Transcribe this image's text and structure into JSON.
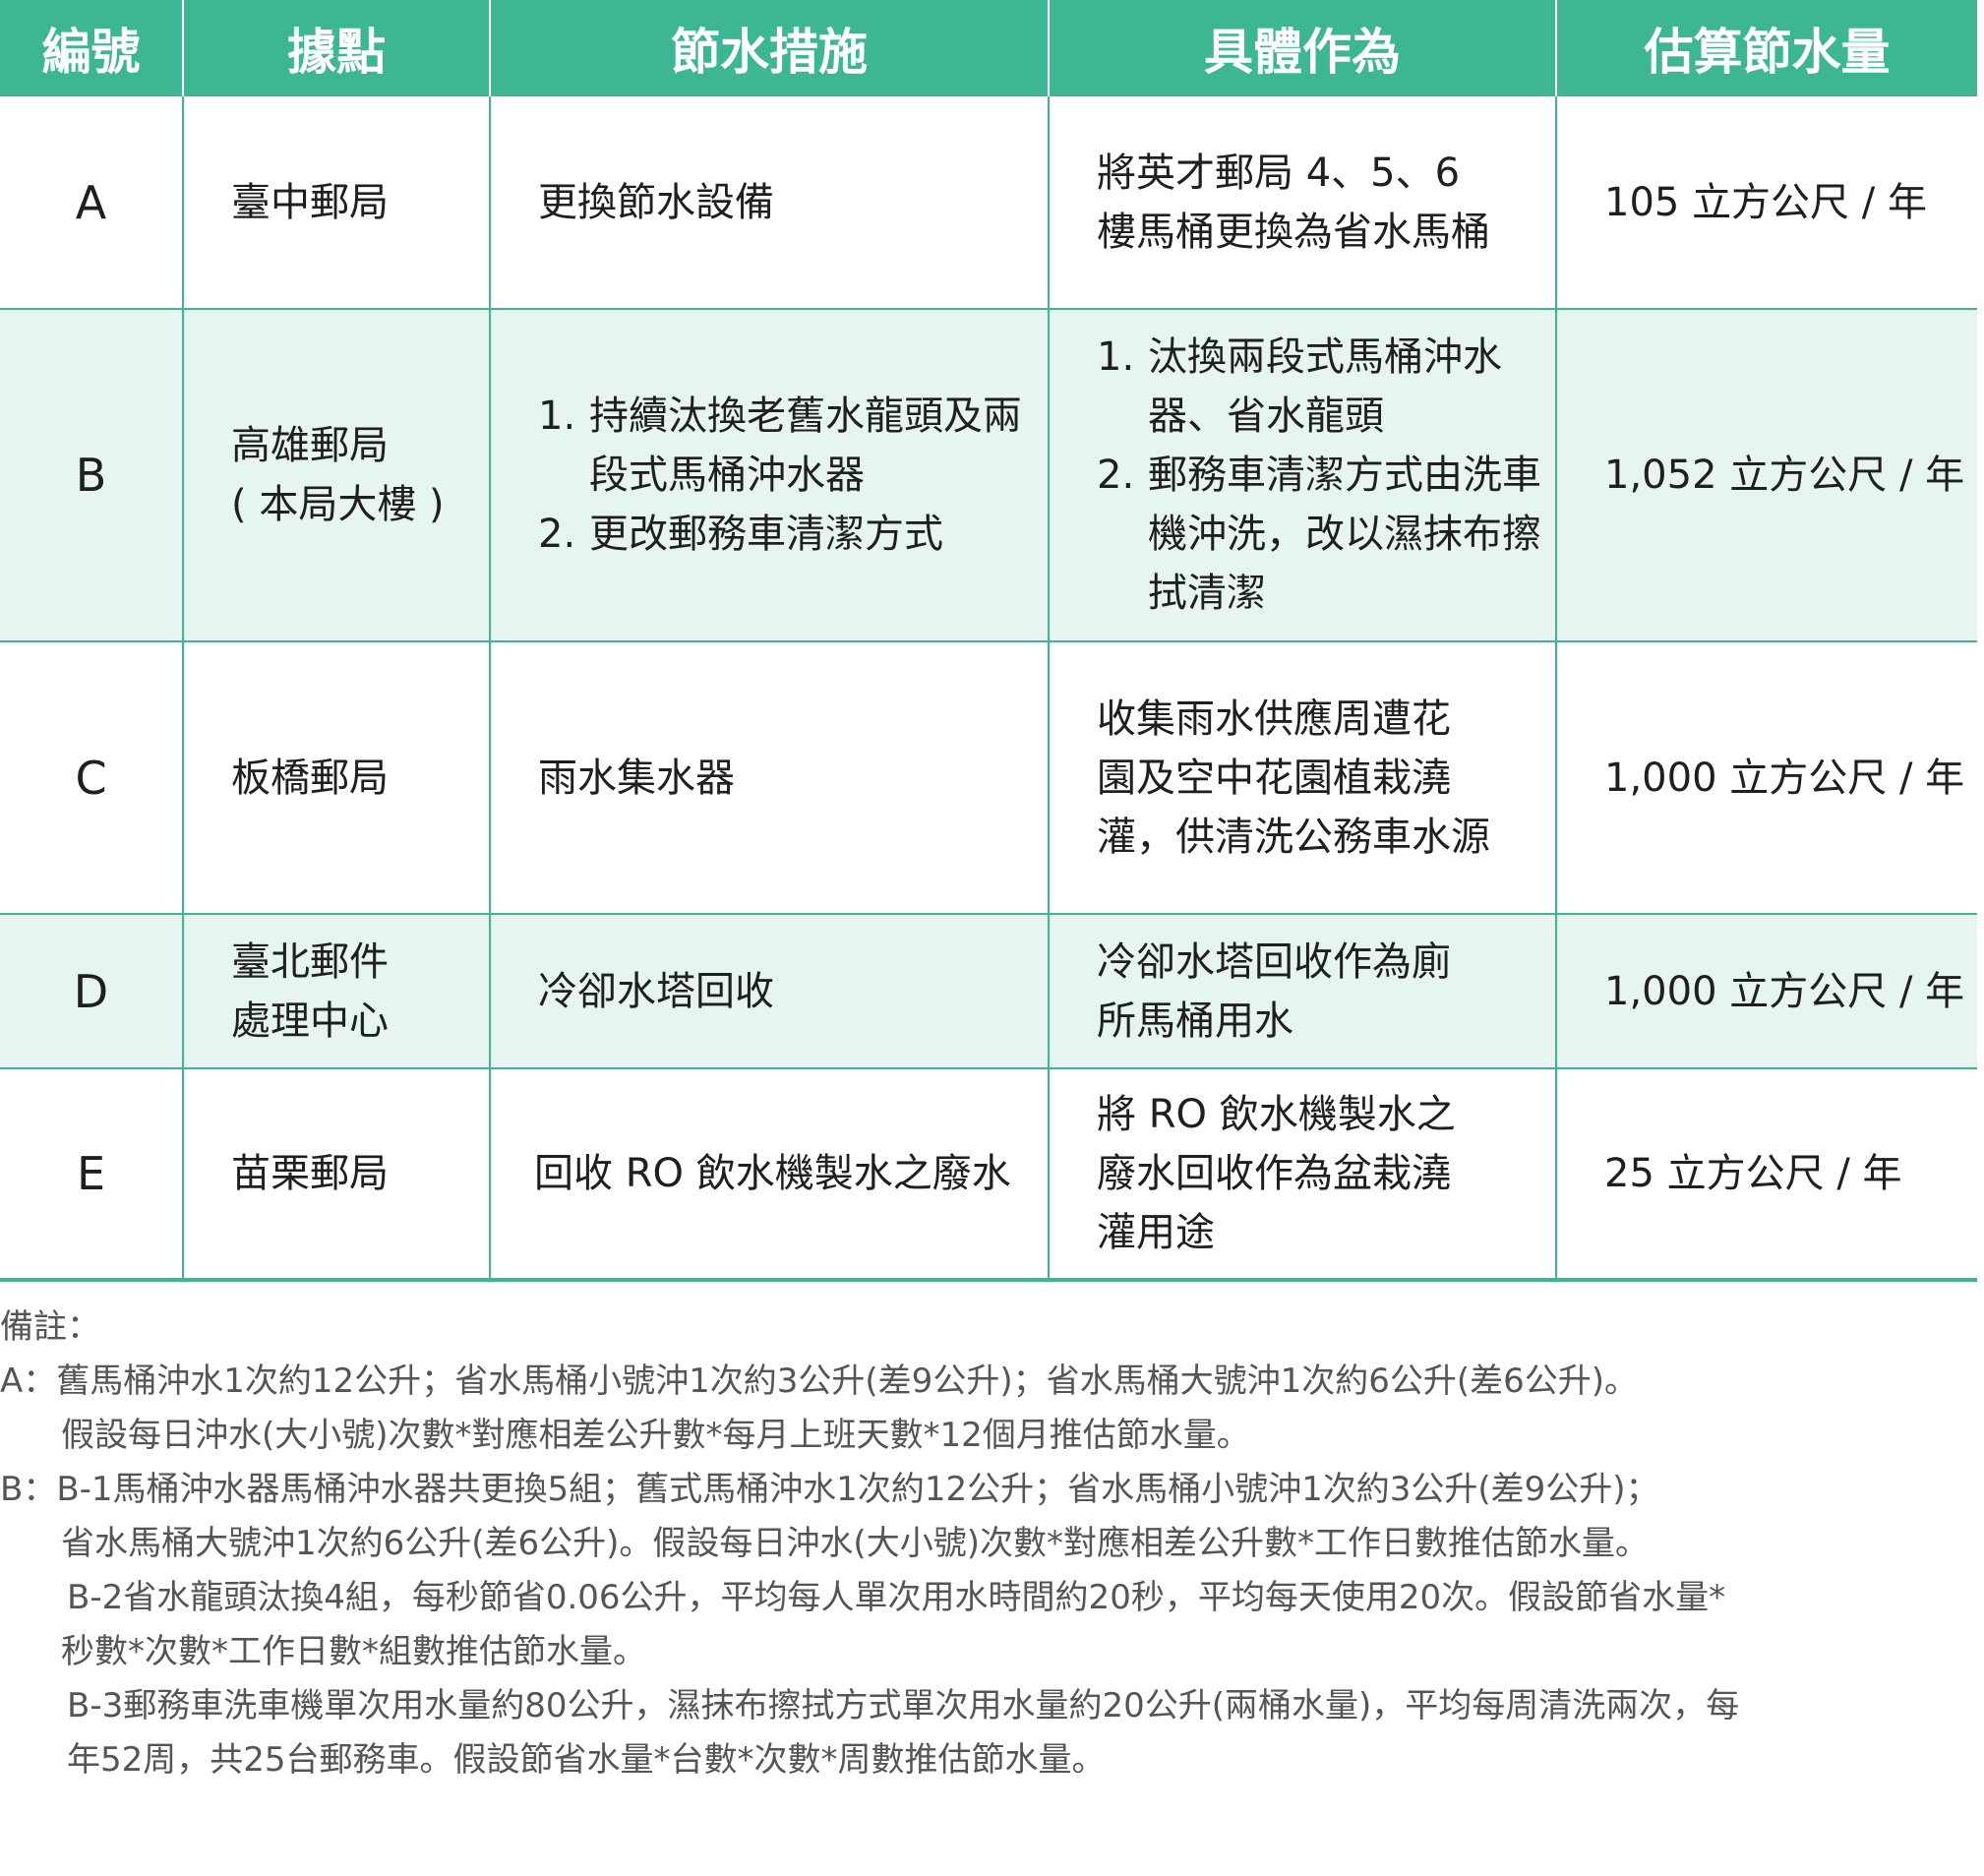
{
  "table": {
    "headers": [
      "編號",
      "據點",
      "節水措施",
      "具體作為",
      "估算節水量"
    ],
    "rows": [
      {
        "id": "A",
        "site": [
          "臺中郵局"
        ],
        "measures": [
          "更換節水設備"
        ],
        "actions": [
          "將英才郵局 4、5、6",
          "樓馬桶更換為省水馬桶"
        ],
        "saving": "105 立方公尺 / 年"
      },
      {
        "id": "B",
        "site": [
          "高雄郵局",
          "( 本局大樓 )"
        ],
        "measures_list": [
          "持續汰換老舊水龍頭及兩段式馬桶沖水器",
          "更改郵務車清潔方式"
        ],
        "actions_list": [
          "汰換兩段式馬桶沖水器、省水龍頭",
          "郵務車清潔方式由洗車機沖洗，改以濕抹布擦拭清潔"
        ],
        "saving": "1,052 立方公尺 / 年"
      },
      {
        "id": "C",
        "site": [
          "板橋郵局"
        ],
        "measures": [
          "雨水集水器"
        ],
        "actions": [
          "收集雨水供應周遭花",
          "園及空中花園植栽澆",
          "灌，供清洗公務車水源"
        ],
        "saving": "1,000 立方公尺 / 年"
      },
      {
        "id": "D",
        "site": [
          "臺北郵件",
          "處理中心"
        ],
        "measures": [
          "冷卻水塔回收"
        ],
        "actions": [
          "冷卻水塔回收作為廁",
          "所馬桶用水"
        ],
        "saving": "1,000 立方公尺 / 年"
      },
      {
        "id": "E",
        "site": [
          "苗栗郵局"
        ],
        "measures": [
          "回收 RO 飲水機製水之廢水"
        ],
        "actions": [
          "將 RO 飲水機製水之",
          "廢水回收作為盆栽澆",
          "灌用途"
        ],
        "saving": "25 立方公尺 / 年"
      }
    ]
  },
  "notes": {
    "title": "備註：",
    "a1": "A：舊馬桶沖水1次約12公升；省水馬桶小號沖1次約3公升(差9公升)；省水馬桶大號沖1次約6公升(差6公升)。",
    "a2": "假設每日沖水(大小號)次數*對應相差公升數*每月上班天數*12個月推估節水量。",
    "b1": "B：B-1馬桶沖水器馬桶沖水器共更換5組；舊式馬桶沖水1次約12公升；省水馬桶小號沖1次約3公升(差9公升)；",
    "b2": "省水馬桶大號沖1次約6公升(差6公升)。假設每日沖水(大小號)次數*對應相差公升數*工作日數推估節水量。",
    "b3": "B-2省水龍頭汰換4組，每秒節省0.06公升，平均每人單次用水時間約20秒，平均每天使用20次。假設節省水量*",
    "b4": "秒數*次數*工作日數*組數推估節水量。",
    "b5": "B-3郵務車洗車機單次用水量約80公升，濕抹布擦拭方式單次用水量約20公升(兩桶水量)，平均每周清洗兩次，每",
    "b6": "年52周，共25台郵務車。假設節省水量*台數*次數*周數推估節水量。"
  },
  "colors": {
    "header_bg": "#3cb693",
    "shade_bg": "#e6f5ef"
  }
}
